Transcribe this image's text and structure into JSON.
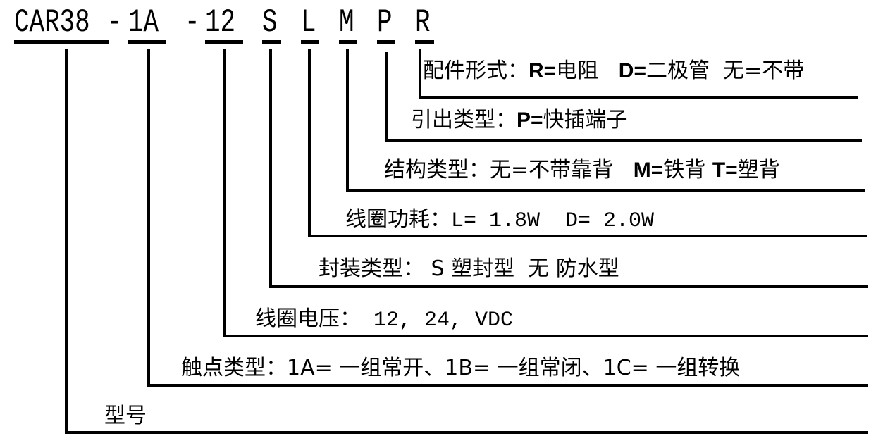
{
  "code": {
    "parts": [
      "CAR38",
      "-",
      "1A",
      "-",
      "12",
      "S",
      "L",
      "M",
      "P",
      "R"
    ]
  },
  "labels": {
    "R": {
      "title": "配件形式：",
      "a_key": "R=",
      "a_val": "电阻",
      "b_key": "D=",
      "b_val": "二极管",
      "c_key": "无=",
      "c_val": "不带"
    },
    "P": {
      "title": "引出类型：",
      "a_key": "P=",
      "a_val": "快插端子"
    },
    "M": {
      "title": "结构类型：",
      "a_val": "无=不带靠背",
      "b_key": "M=",
      "b_val": "铁背",
      "c_key": "T=",
      "c_val": "塑背"
    },
    "L": {
      "title": "线圈功耗：",
      "value": "L= 1.8W  D= 2.0W"
    },
    "S": {
      "title": "封装类型：",
      "value": " S 塑封型  无 防水型"
    },
    "voltage": {
      "title": "线圈电压：",
      "value": " 12, 24, VDC"
    },
    "contact": {
      "title": "触点类型：",
      "value": "1A= 一组常开、1B= 一组常闭、1C= 一组转换"
    },
    "model": {
      "title": "型号"
    }
  }
}
